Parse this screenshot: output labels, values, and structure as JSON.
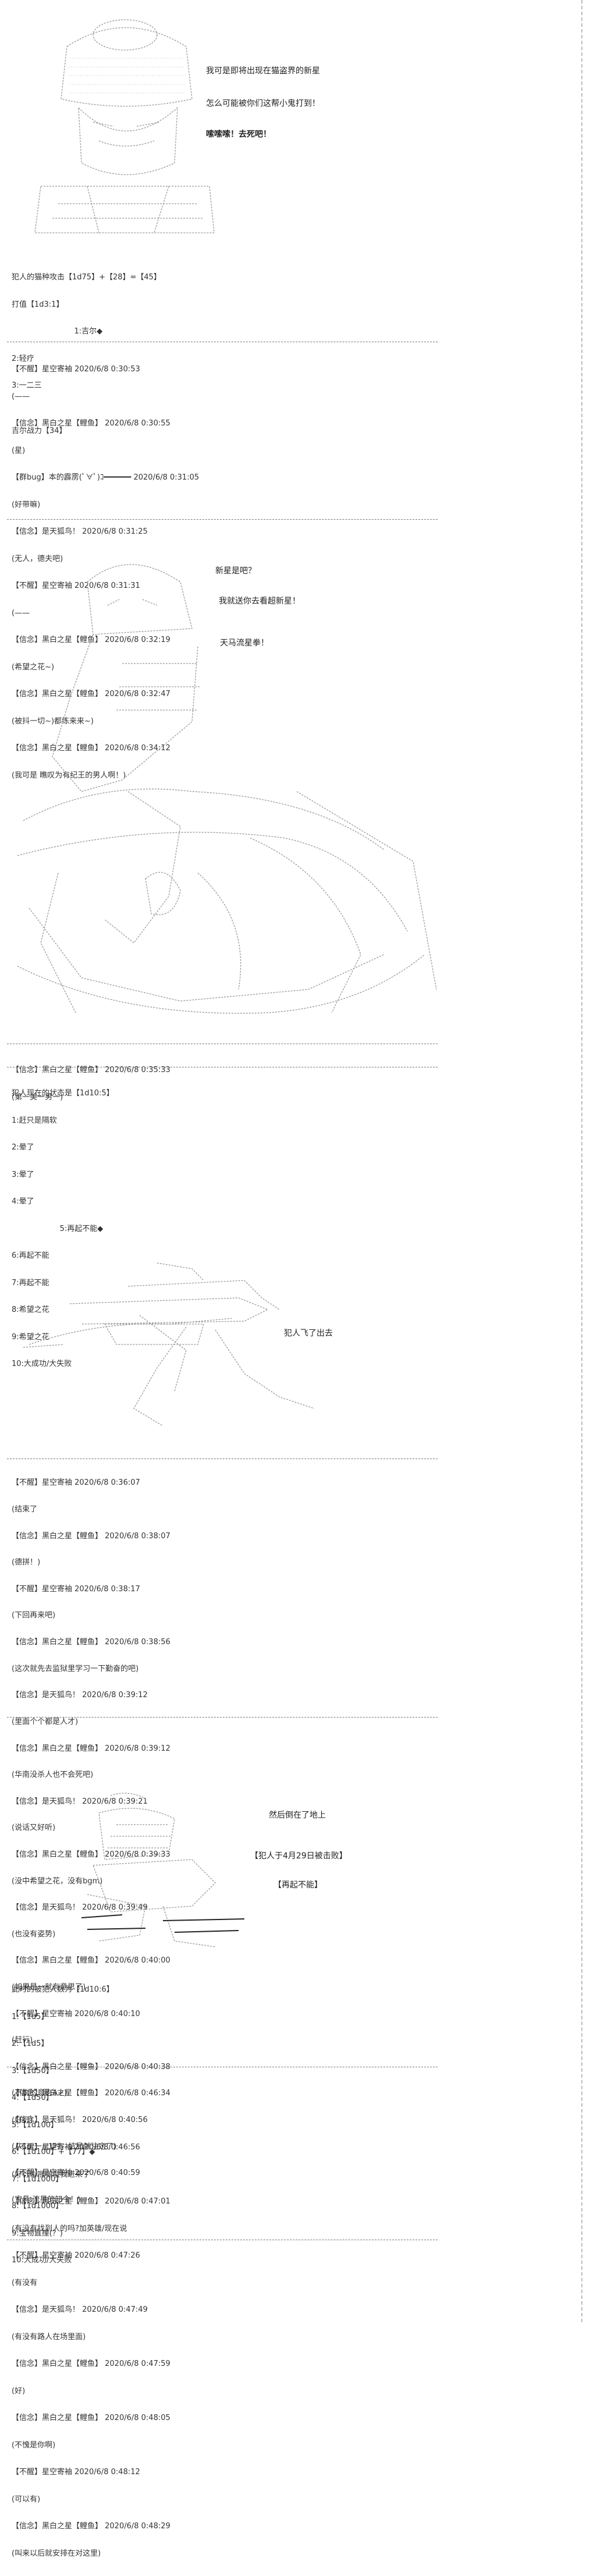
{
  "section1": {
    "speech1": "我可是即将出现在猫盗界的新星",
    "speech2": "怎么可能被你们这帮小鬼打到！",
    "speech3": "嗦嗦嗦！去死吧！",
    "lines": [
      "犯人的猫种攻击【1d75】+【28】=【45】",
      "打值【1d3:1】",
      "                          1:吉尔◆",
      "2:轻疗",
      "3:一二三",
      "",
      "吉尔战力【34】"
    ]
  },
  "chat1": [
    "【不醒】星空寄袖 2020/6/8 0:30:53",
    "(——",
    "【信念】黑白之星【鲤鱼】 2020/6/8 0:30:55",
    "(星)",
    "【群bug】本的霹雳(ﾟ∀ﾟ)ｺ━━━━━━ 2020/6/8 0:31:05",
    "(好带嘛)",
    "【信念】是天狐鸟！ 2020/6/8 0:31:25",
    "(无人，德夫吧)",
    "【不醒】星空寄袖 2020/6/8 0:31:31",
    "(——",
    "【信念】黑白之星【鲤鱼】 2020/6/8 0:32:19",
    "(希望之花~)",
    "【信念】黑白之星【鲤鱼】 2020/6/8 0:32:47",
    "(被抖一切~)都练来来~)",
    "【信念】黑白之星【鲤鱼】 2020/6/8 0:34:12",
    "(我可是 瞧叹为有纪王的男人啊！)"
  ],
  "section2": {
    "speech1": "新星是吧？",
    "speech2": "我就送你去看超新星！",
    "speech3": "天马流星拳！"
  },
  "chat2": [
    "【信念】黑白之星【鲤鱼】 2020/6/8 0:35:33",
    "(第一美一男一)"
  ],
  "section3": {
    "lines": [
      "犯人现在的状态是【1d10:5】",
      "1:赶只是隔软",
      "2:晕了",
      "3:晕了",
      "4:晕了",
      "                    5:再起不能◆",
      "6:再起不能",
      "7:再起不能",
      "8:希望之花",
      "9:希望之花",
      "10:大成功/大失败"
    ],
    "caption": "犯人飞了出去"
  },
  "chat3": [
    "【不醒】星空寄袖 2020/6/8 0:36:07",
    "(结束了",
    "【信念】黑白之星【鲤鱼】 2020/6/8 0:38:07",
    "(德拼！)",
    "【不醒】星空寄袖 2020/6/8 0:38:17",
    "(下回再来吧)",
    "【信念】黑白之星【鲤鱼】 2020/6/8 0:38:56",
    "(这次就先去监狱里学习一下勤奋的吧)",
    "【信念】是天狐鸟！ 2020/6/8 0:39:12",
    "(里面个个都是人才)",
    "【信念】黑白之星【鲤鱼】 2020/6/8 0:39:12",
    "(华南没杀人也不会死吧)",
    "【信念】是天狐鸟！ 2020/6/8 0:39:21",
    "(说话又好听)",
    "【信念】黑白之星【鲤鱼】 2020/6/8 0:39:33",
    "(没中希望之花，没有bgm)",
    "【信念】是天狐鸟！ 2020/6/8 0:39:49",
    "(也没有姿势)",
    "【信念】黑白之星【鲤鱼】 2020/6/8 0:40:00",
    "(如果是一就有意思了)",
    "【不醒】星空寄袖 2020/6/8 0:40:10",
    "(赶行)",
    "【信念】黑白之星【鲤鱼】 2020/6/8 0:40:38",
    "(不刷的意志A+)",
    "【信念】是天狐鸟！ 2020/6/8 0:40:56",
    "(从1d:一=1时，结局就注定了)",
    "【不醒】星空寄袖 2020/6/8 0:40:59",
    "(宝具:流星的知今！)"
  ],
  "section4": {
    "note1": "然后倒在了地上",
    "note2": "【犯人于4月29日被击败】",
    "note3": "【再起不能】",
    "lines": [
      "此时的被犯人数为【1d10:6】",
      "1:【1d5】",
      "2:【1d5】",
      "3:【1d50】",
      "4:【1d50】",
      "5:【1d100】",
      "6:【1d100】+【77】◆",
      "7:【1d1000】",
      "8:【1d1000】",
      "9:宝物直撞(？)",
      "10:大成功/大失败"
    ]
  },
  "chat4": [
    "【信念】黑白之星【鲤鱼】 2020/6/8 0:46:34",
    "(好行)",
    "【不醒】星空寄袖 2020/6/8 0:46:56",
    "(好行街啪啪啦我进来了",
    "【信念】黑白之星【鲤鱼】 2020/6/8 0:47:01",
    "(有没有找到人的吗?加英雄/现在说",
    "【不醒】星空寄袖 2020/6/8 0:47:26",
    "(有没有",
    "【信念】是天狐鸟！ 2020/6/8 0:47:49",
    "(有没有路人在场里面)",
    "【信念】黑白之星【鲤鱼】 2020/6/8 0:47:59",
    "(好)",
    "【信念】黑白之星【鲤鱼】 2020/6/8 0:48:05",
    "(不愧是你啊)",
    "【不醒】星空寄袖 2020/6/8 0:48:12",
    "(可以有)",
    "【信念】黑白之星【鲤鱼】 2020/6/8 0:48:29",
    "(叫来以后就安排在对这里)"
  ]
}
